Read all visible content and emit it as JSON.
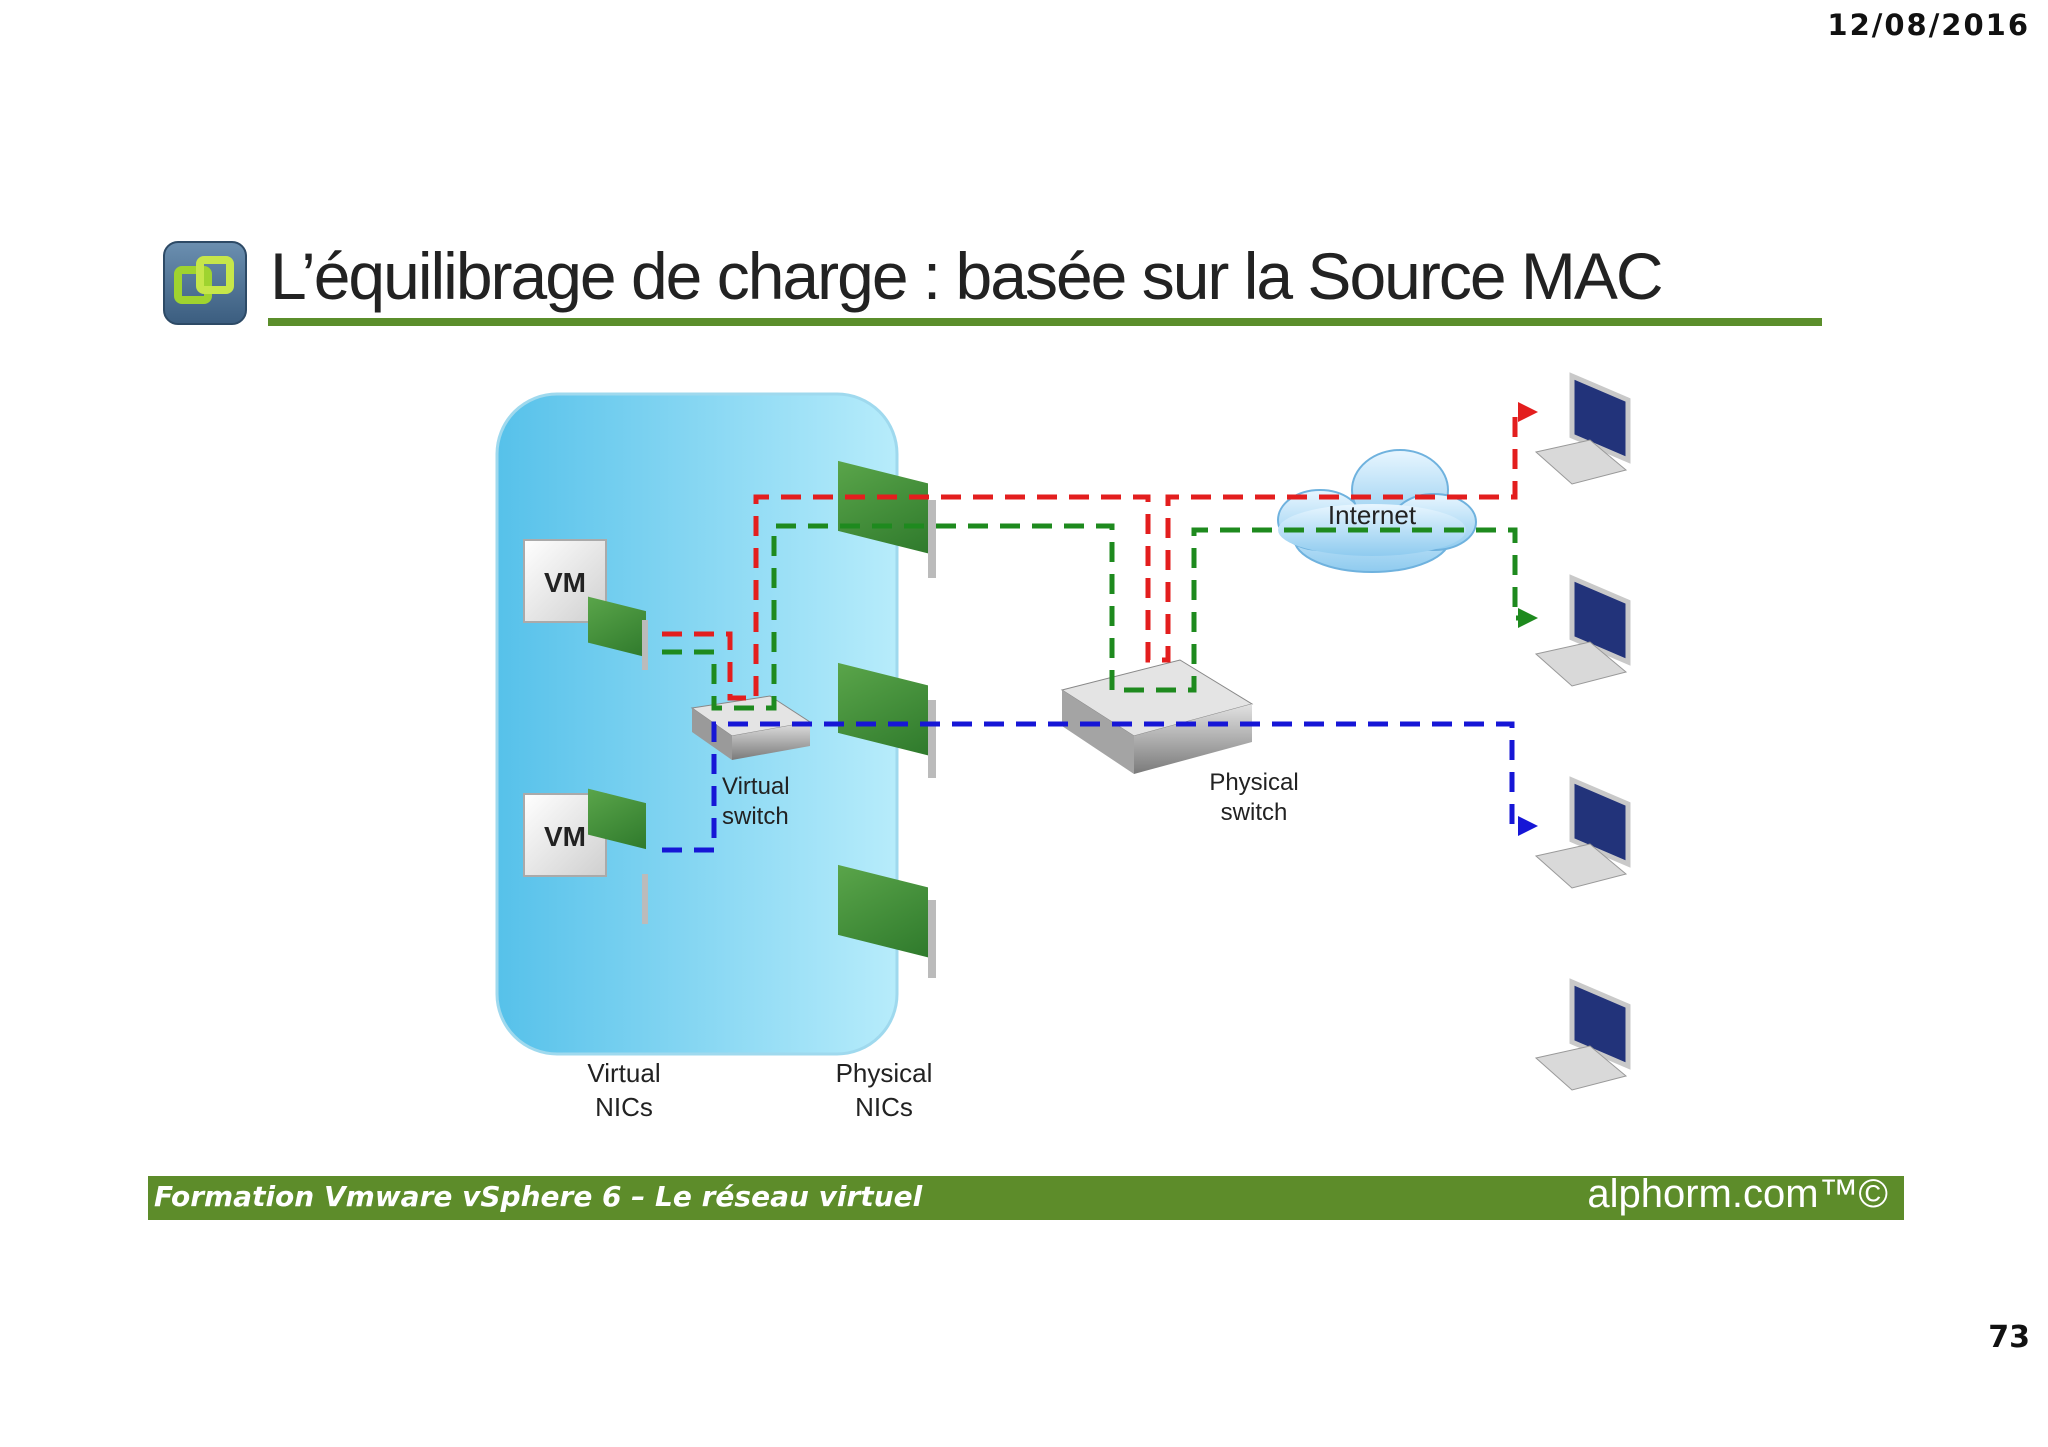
{
  "header": {
    "date": "12/08/2016"
  },
  "slide": {
    "title": "L’équilibrage de charge : basée sur la Source MAC",
    "page_number": "73"
  },
  "diagram": {
    "vm_label": "VM",
    "internet_label": "Internet",
    "virtual_switch_label": [
      "Virtual",
      "switch"
    ],
    "physical_switch_label": [
      "Physical",
      "switch"
    ],
    "virtual_nics_label": [
      "Virtual",
      "NICs"
    ],
    "physical_nics_label": [
      "Physical",
      "NICs"
    ],
    "colors": {
      "red": "#e31e1e",
      "green": "#1e8a1e",
      "blue": "#1616d6",
      "host": "#7fd3ef",
      "title_rule": "#5b8e2b"
    }
  },
  "footer": {
    "course": "Formation Vmware vSphere 6 – Le réseau virtuel",
    "brand": "alphorm.com™©"
  }
}
